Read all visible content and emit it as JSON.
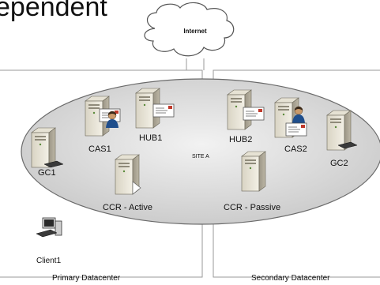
{
  "slide": {
    "title_fragment": "ependent"
  },
  "cloud": {
    "label": "Internet"
  },
  "site": {
    "label": "SITE A"
  },
  "servers": {
    "gc1": "GC1",
    "cas1": "CAS1",
    "hub1": "HUB1",
    "hub2": "HUB2",
    "cas2": "CAS2",
    "gc2": "GC2",
    "ccr_active": "CCR - Active",
    "ccr_passive": "CCR - Passive"
  },
  "client": {
    "label": "Client1"
  },
  "datacenters": {
    "primary": "Primary Datacenter",
    "secondary": "Secondary Datacenter"
  }
}
